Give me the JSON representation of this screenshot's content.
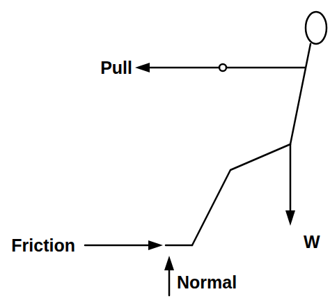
{
  "diagram": {
    "labels": [
      "Pull",
      "Friction",
      "W",
      "Normal"
    ]
  }
}
